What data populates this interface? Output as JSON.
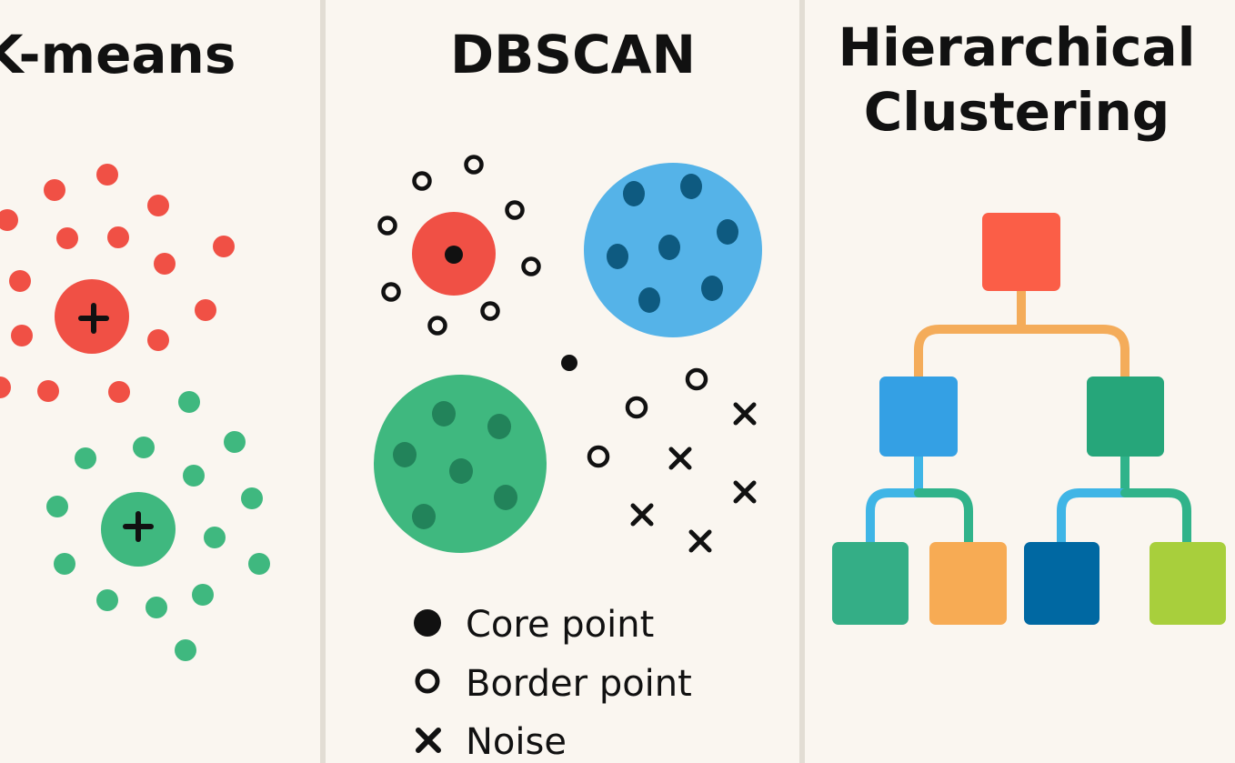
{
  "panels": {
    "kmeans": {
      "title": "K-means"
    },
    "dbscan": {
      "title": "DBSCAN",
      "legend": [
        {
          "symbol": "core",
          "label": "Core point"
        },
        {
          "symbol": "border",
          "label": "Border point"
        },
        {
          "symbol": "noise",
          "label": "Noise"
        }
      ]
    },
    "hierarchical": {
      "title_line1": "Hierarchical",
      "title_line2": "Clustering"
    }
  },
  "colors": {
    "background": "#faf6f0",
    "divider": "#e2ddd4",
    "red": "#f05045",
    "green": "#3fb87f",
    "blue": "#55b3e8",
    "dark_blue_dot": "#0e5a80",
    "dark_green_dot": "#22835a",
    "ink": "#111111",
    "orange_connector": "#f4ac5a",
    "root_node": "#fb5e47",
    "node_blue": "#34a0e4",
    "node_teal": "#26a67a",
    "node_green": "#34ae86",
    "node_orange": "#f7ab54",
    "node_navy": "#0068a2",
    "node_lime": "#a8cf3c",
    "connector_blue": "#3fb5e6",
    "connector_green": "#30b38a"
  },
  "icons": {
    "centroid": "plus-icon",
    "core": "filled-dot-icon",
    "border": "hollow-circle-icon",
    "noise": "x-mark-icon"
  }
}
